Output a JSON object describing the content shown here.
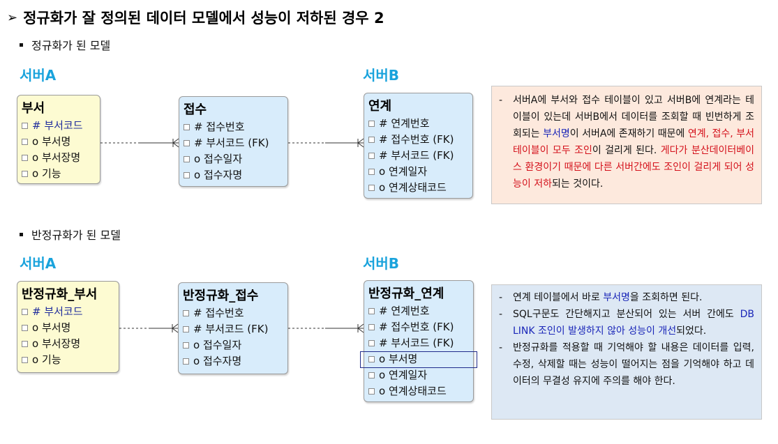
{
  "title": "정규화가 잘 정의된 데이터 모델에서 성능이 저하된 경우 2",
  "sections": [
    {
      "heading": "정규화가 된 모델",
      "serverA": "서버A",
      "serverB": "서버B",
      "entities": [
        {
          "name": "부서",
          "attrs": [
            "# 부서코드",
            "o 부서명",
            "o 부서장명",
            "o 기능"
          ]
        },
        {
          "name": "접수",
          "attrs": [
            "# 접수번호",
            "# 부서코드  (FK)",
            "o 접수일자",
            "o 접수자명"
          ]
        },
        {
          "name": "연계",
          "attrs": [
            "# 연계번호",
            "# 접수번호  (FK)",
            "# 부서코드  (FK)",
            "o 연계일자",
            "o 연계상태코드"
          ]
        }
      ],
      "note": {
        "p1": "서버A에 부서와 접수 테이블이 있고 서버B에 연계라는 테이블이 있는데 서버B에서 데이터를 조회할 때 빈번하게 조회되는 ",
        "p2": "부서명",
        "p3": "이 서버A에 존재하기 때문에 ",
        "p4": "연계, 접수, 부서 테이블이 모두 조인",
        "p5": "이 걸리게 된다. ",
        "p6": "게다가 분산데이터베이스 환경이기 때문에 다른 서버간에도 조인이 걸리게 되어 성능이 저하",
        "p7": "되는 것이다."
      }
    },
    {
      "heading": "반정규화가 된 모델",
      "serverA": "서버A",
      "serverB": "서버B",
      "entities": [
        {
          "name": "반정규화_부서",
          "attrs": [
            "# 부서코드",
            "o 부서명",
            "o 부서장명",
            "o 기능"
          ]
        },
        {
          "name": "반정규화_접수",
          "attrs": [
            "# 접수번호",
            "# 부서코드  (FK)",
            "o 접수일자",
            "o 접수자명"
          ]
        },
        {
          "name": "반정규화_연계",
          "attrs": [
            "# 연계번호",
            "# 접수번호  (FK)",
            "# 부서코드  (FK)",
            "o 부서명",
            "o 연계일자",
            "o 연계상태코드"
          ]
        }
      ],
      "note": {
        "a1": "연계 테이블에서 바로 ",
        "a2": "부서명",
        "a3": "을 조회하면 된다.",
        "b1": "SQL구문도 간단해지고 분산되어 있는 서버 간에도 ",
        "b2": "DB LINK 조인이 발생하지 않아 성능이 개선",
        "b3": "되었다.",
        "c1": "반정규화를 적용할 때 기억해야 할 내용은 데이터를 입력, 수정, 삭제할 때는 성능이 떨어지는 점을 기억해야 하고 데이터의 무결성 유지에 주의를 해야 한다."
      }
    }
  ],
  "colors": {
    "serverLabel": "#1aa3dc",
    "pk": "#1f2c9c",
    "highlightBlue": "#1a26b8",
    "highlightRed": "#d4111b",
    "yellowEntity": "#fdfbd2",
    "blueEntity": "#d8ecfb",
    "redNote": "#fde9dd",
    "blueNote": "#dde8f4"
  }
}
